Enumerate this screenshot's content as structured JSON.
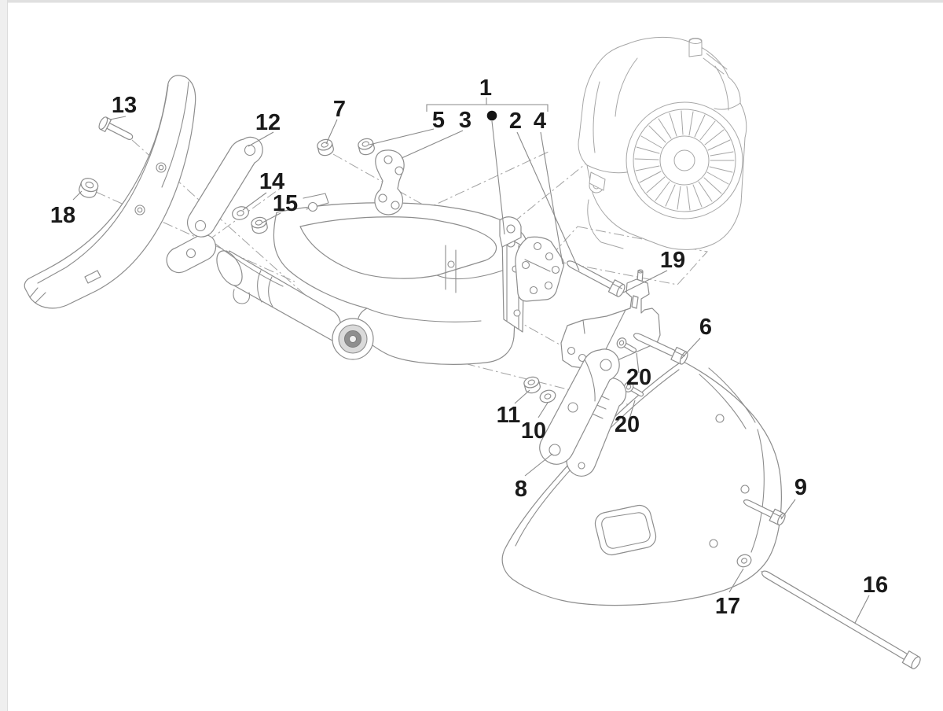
{
  "diagram": {
    "type": "exploded-parts-diagram",
    "subject": "rear swingarm, engine and side panel mounting assembly",
    "colors": {
      "background": "#ffffff",
      "frame_left": "#efefef",
      "frame_top": "#e0e0e0",
      "part_line": "#8d8d8d",
      "engine_line": "#a6a6a6",
      "axis_line": "#a3a3a3",
      "label_text": "#1a1a1a",
      "group_dot": "#151515",
      "bushing_mid": "#dadada",
      "bushing_dark": "#8f8f8f"
    },
    "group_callout": {
      "parent": "1",
      "children": [
        "5",
        "3",
        "2",
        "4"
      ]
    },
    "callouts": [
      {
        "id": "group-1",
        "text": "1"
      },
      {
        "id": "part-5",
        "text": "5"
      },
      {
        "id": "part-3",
        "text": "3"
      },
      {
        "id": "part-2",
        "text": "2"
      },
      {
        "id": "part-4",
        "text": "4"
      },
      {
        "id": "part-7",
        "text": "7"
      },
      {
        "id": "part-12",
        "text": "12"
      },
      {
        "id": "part-13",
        "text": "13"
      },
      {
        "id": "part-14",
        "text": "14"
      },
      {
        "id": "part-15",
        "text": "15"
      },
      {
        "id": "part-18",
        "text": "18"
      },
      {
        "id": "part-19",
        "text": "19"
      },
      {
        "id": "part-6",
        "text": "6"
      },
      {
        "id": "part-20-upper",
        "text": "20"
      },
      {
        "id": "part-20-lower",
        "text": "20"
      },
      {
        "id": "part-11",
        "text": "11"
      },
      {
        "id": "part-10",
        "text": "10"
      },
      {
        "id": "part-8",
        "text": "8"
      },
      {
        "id": "part-9",
        "text": "9"
      },
      {
        "id": "part-16",
        "text": "16"
      },
      {
        "id": "part-17",
        "text": "17"
      }
    ]
  }
}
